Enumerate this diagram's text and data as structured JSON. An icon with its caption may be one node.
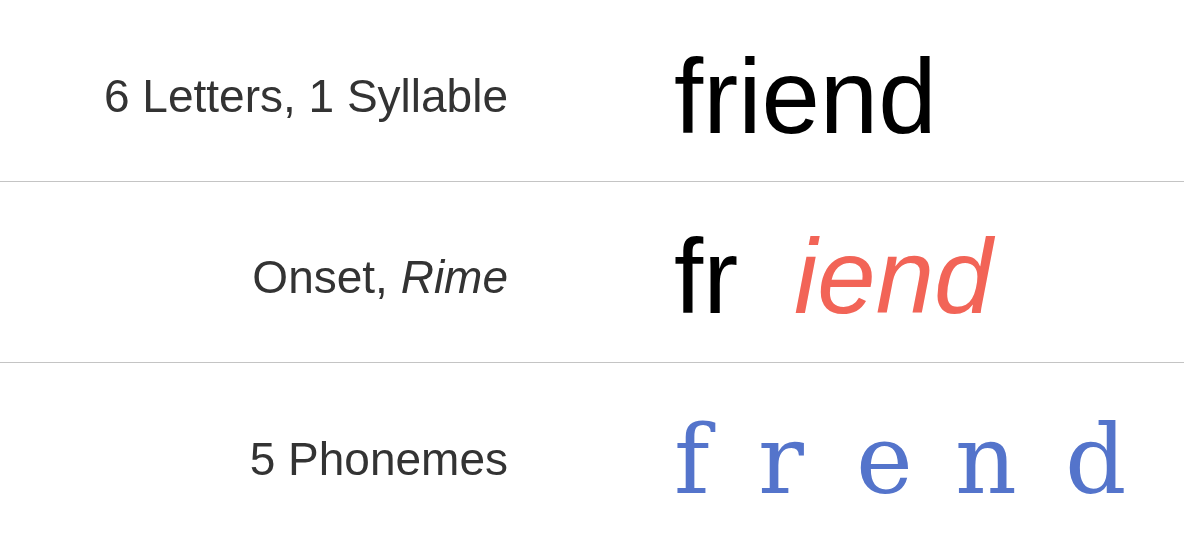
{
  "diagram": {
    "labels": [
      "6 Letters, 1 Syllable",
      "friend",
      "Onset, *Rime*",
      "fr",
      "iend",
      "5 Phonemes",
      "f",
      "r",
      "e",
      "n",
      "d"
    ]
  }
}
